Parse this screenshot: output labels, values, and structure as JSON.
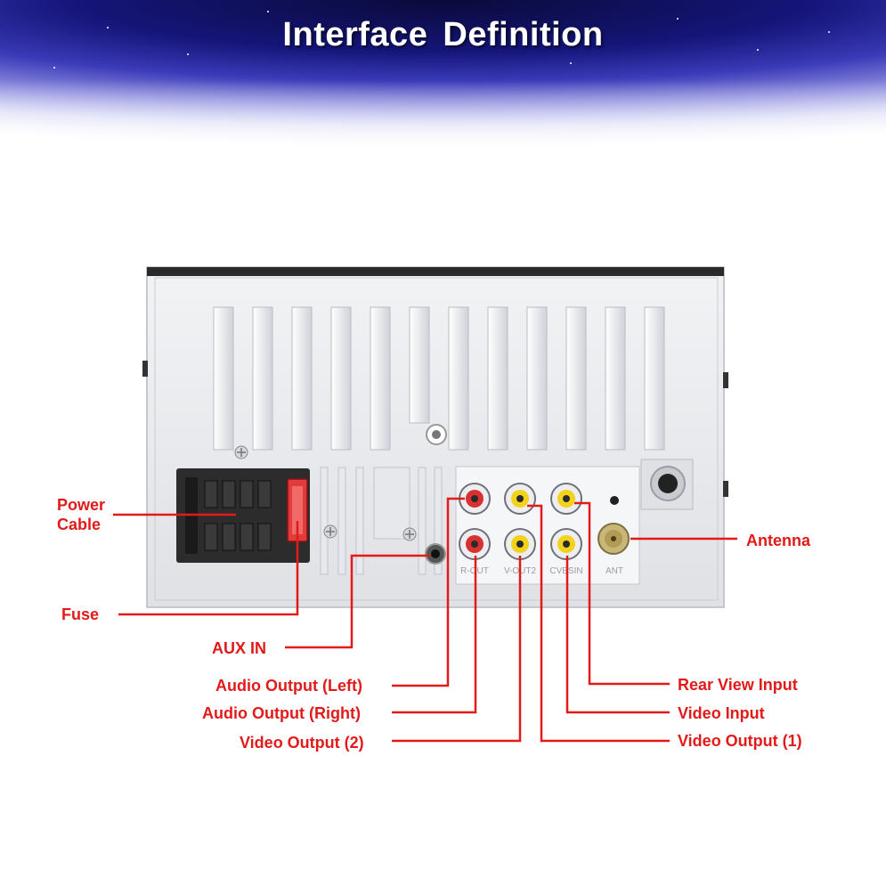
{
  "title": "Interface Definition",
  "colors": {
    "label": "#e21a1a",
    "leader": "#e21a1a",
    "rca_red": "#d93030",
    "rca_yellow": "#f2d21a",
    "panel": "#ecedf0"
  },
  "unit_text": {
    "routt": "R-OUT",
    "vout2": "V-OUT2",
    "cvbsin": "CVBSIN",
    "ant": "ANT"
  },
  "labels": {
    "power_cable_1": "Power",
    "power_cable_2": "Cable",
    "fuse": "Fuse",
    "aux_in": "AUX IN",
    "audio_left": "Audio Output (Left)",
    "audio_right": "Audio Output (Right)",
    "video_out_2": "Video Output (2)",
    "antenna": "Antenna",
    "rear_view": "Rear View Input",
    "video_input": "Video Input",
    "video_out_1": "Video Output (1)"
  }
}
